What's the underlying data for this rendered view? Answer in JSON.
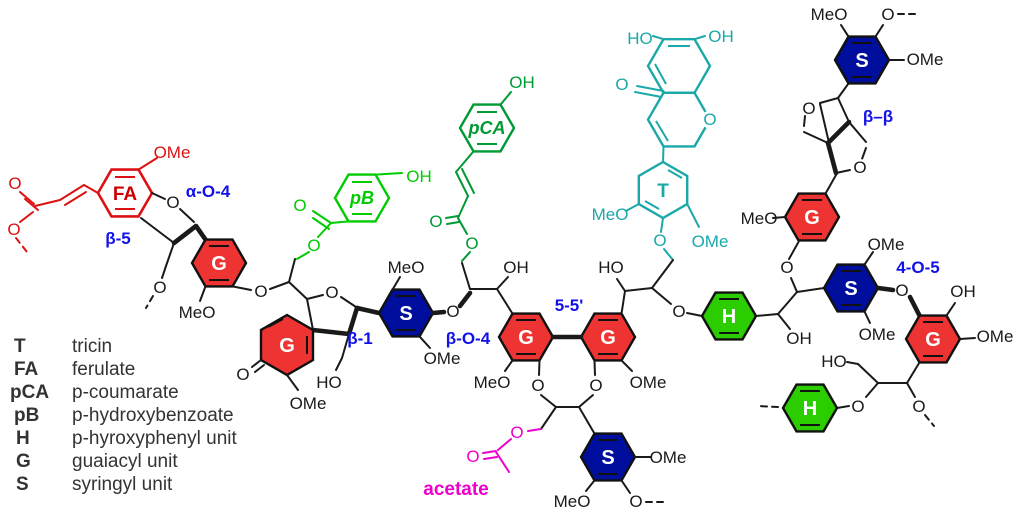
{
  "palette": {
    "guaiacyl_red": "#ee3333",
    "syringyl_blue": "#000e9e",
    "hydroxyphenyl_green": "#2bcc00",
    "ferulate_red": "#dd1111",
    "p_hydroxybenzoate_green": "#00cc00",
    "p_coumarate_green": "#009933",
    "tricin_teal": "#1ba8a8",
    "acetate_magenta": "#ee00cc",
    "linkage_blue": "#1212e8",
    "bond_black": "#1a1a1a"
  },
  "units": {
    "T": "T",
    "FA": "FA",
    "pCA": "pCA",
    "pB": "pB",
    "H": "H",
    "G": "G",
    "S": "S"
  },
  "linkages": {
    "alphaO4": "α-O-4",
    "beta5": "β-5",
    "beta1": "β-1",
    "betaO4": "β-O-4",
    "five5": "5-5'",
    "betabeta": "β–β",
    "fourO5": "4-O-5"
  },
  "atoms": {
    "OMe": "OMe",
    "MeO": "MeO",
    "OH": "OH",
    "HO": "HO",
    "O": "O"
  },
  "annotations": {
    "acetate": "acetate"
  },
  "legend": {
    "entries": [
      {
        "key": "T",
        "desc": "tricin"
      },
      {
        "key": "FA",
        "desc": "ferulate"
      },
      {
        "key": "pCA",
        "desc": "p-coumarate"
      },
      {
        "key": "pB",
        "desc": "p-hydroxybenzoate"
      },
      {
        "key": "H",
        "desc": "p-hyroxyphenyl unit"
      },
      {
        "key": "G",
        "desc": "guaiacyl unit"
      },
      {
        "key": "S",
        "desc": "syringyl unit"
      }
    ]
  }
}
